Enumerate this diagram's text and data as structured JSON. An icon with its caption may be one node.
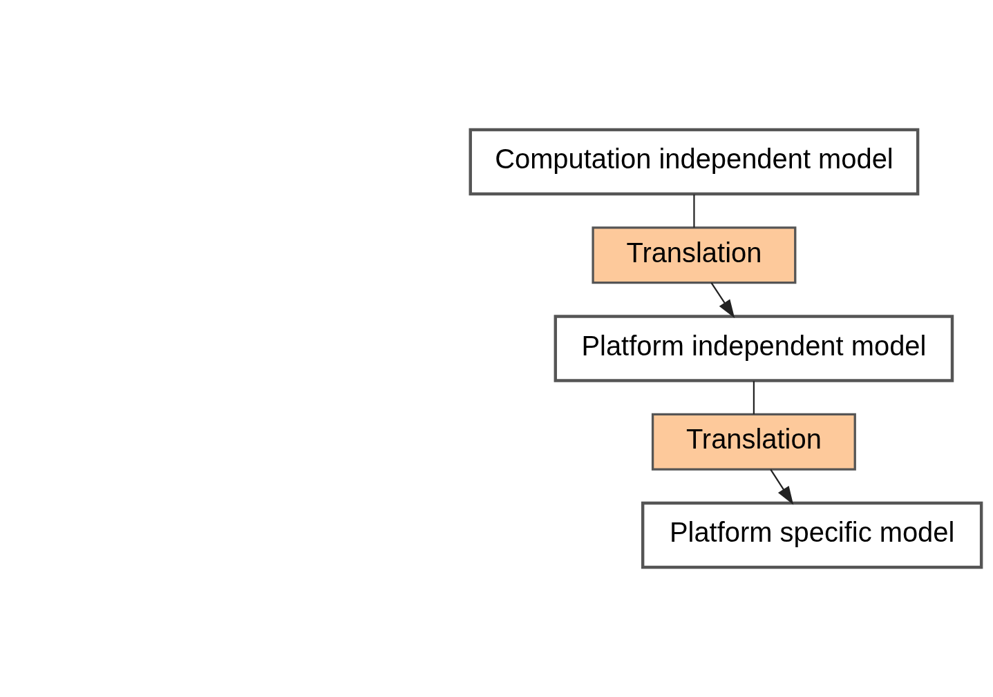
{
  "diagram": {
    "nodes": [
      {
        "text": [
          "Computation independent model"
        ]
      },
      {
        "text": [
          "Translation"
        ]
      },
      {
        "text": [
          "Platform independent model"
        ]
      },
      {
        "text": [
          "Translation"
        ]
      },
      {
        "text": [
          "Platform specific model"
        ]
      }
    ],
    "edges": [
      {
        "from": 0,
        "to": 1,
        "arrow": "none"
      },
      {
        "from": 1,
        "to": 2,
        "arrow": "to"
      },
      {
        "from": 2,
        "to": 3,
        "arrow": "none"
      },
      {
        "from": 3,
        "to": 4,
        "arrow": "to"
      }
    ]
  }
}
